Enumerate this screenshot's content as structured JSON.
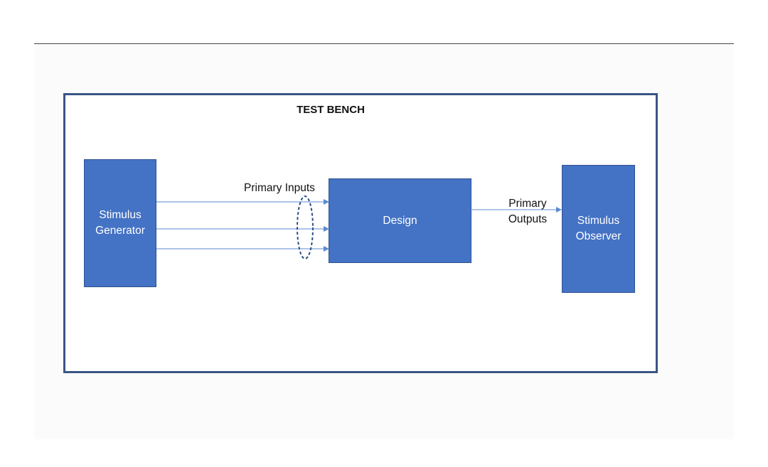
{
  "diagram": {
    "title": "TEST BENCH",
    "blocks": {
      "generator": "Stimulus\nGenerator",
      "design": "Design",
      "observer": "Stimulus\nObserver"
    },
    "labels": {
      "primary_inputs": "Primary Inputs",
      "primary_outputs": "Primary\nOutputs"
    },
    "colors": {
      "block_fill": "#4472c4",
      "frame": "#3a5585",
      "wire": "#5b8bd0"
    }
  }
}
